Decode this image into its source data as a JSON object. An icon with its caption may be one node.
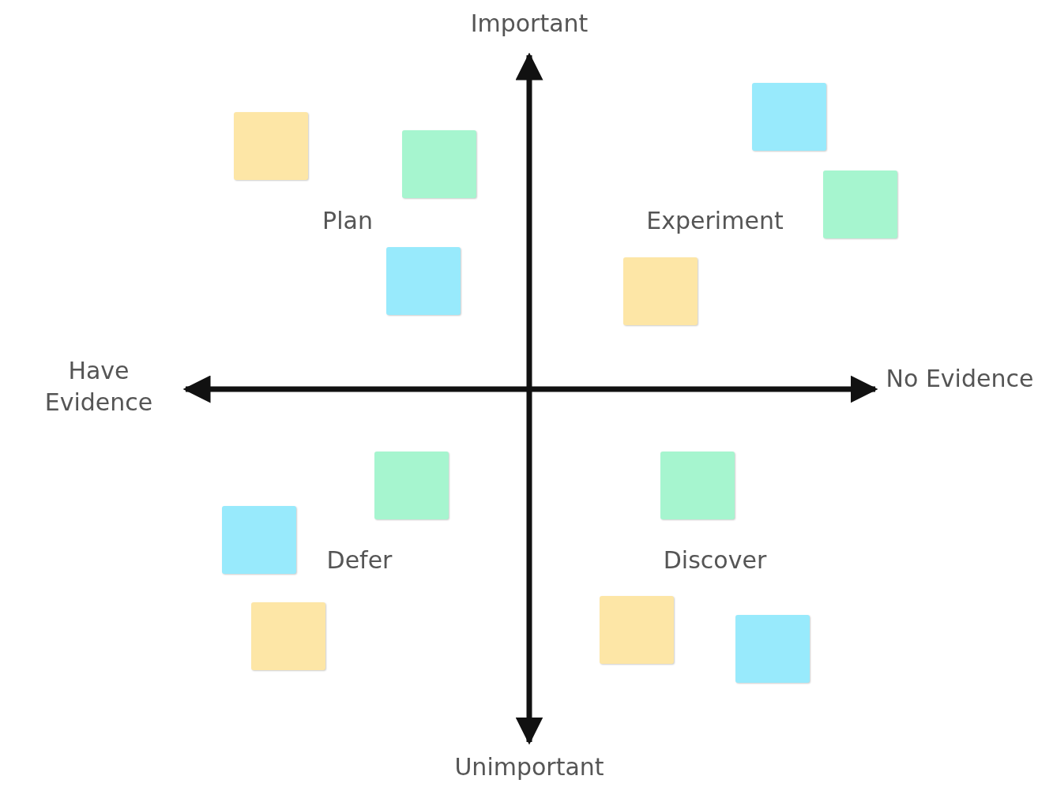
{
  "diagram": {
    "nodes": [
      {
        "text": [],
        "shape": "box"
      },
      {
        "text": [],
        "shape": "box"
      },
      {
        "text": [],
        "shape": "box"
      },
      {
        "text": [],
        "shape": "box"
      },
      {
        "text": [],
        "shape": "box"
      },
      {
        "text": [],
        "shape": "box"
      },
      {
        "text": [],
        "shape": "box"
      },
      {
        "text": [],
        "shape": "box"
      },
      {
        "text": [],
        "shape": "box"
      },
      {
        "text": [],
        "shape": "box"
      },
      {
        "text": [],
        "shape": "box"
      },
      {
        "text": [],
        "shape": "box"
      }
    ],
    "labels": [
      "Important",
      "Plan",
      "Experiment",
      "Have Evidence",
      "No Evidence",
      "Defer",
      "Discover",
      "Unimportant"
    ]
  }
}
